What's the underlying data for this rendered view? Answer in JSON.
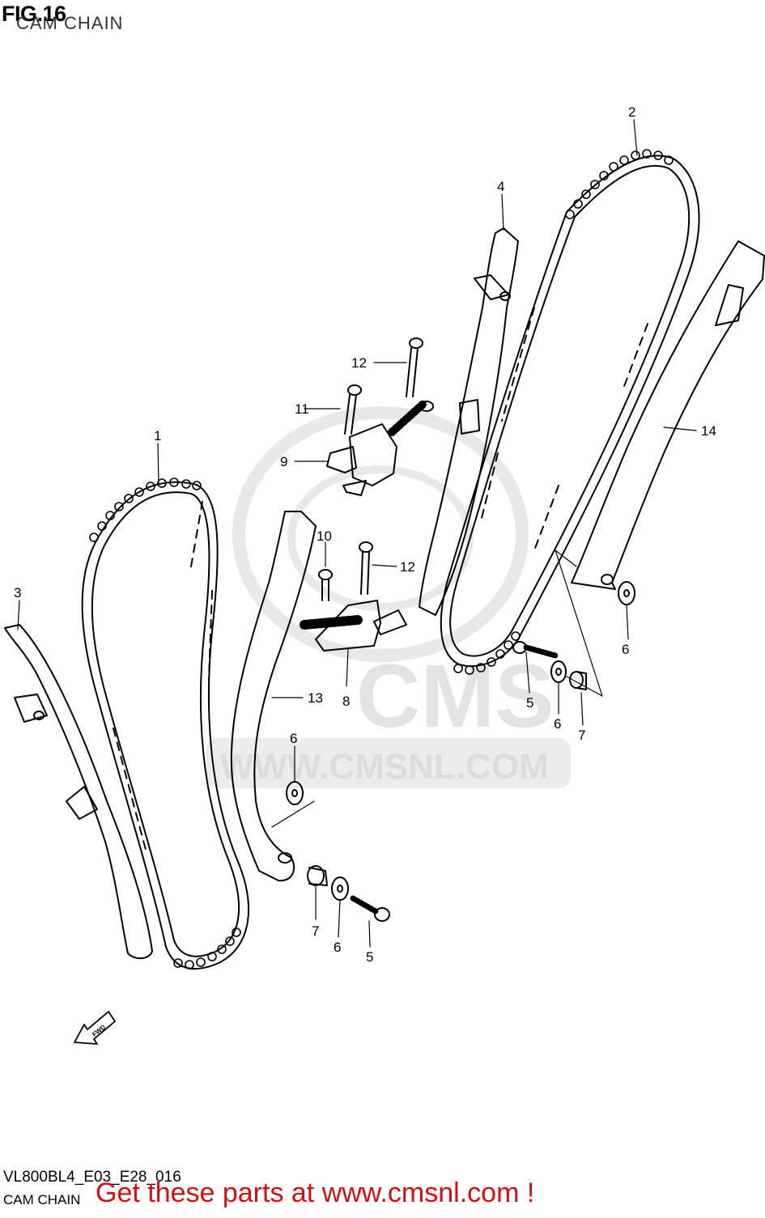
{
  "figure": {
    "title": "FIG.16",
    "subtitle": "CAM CHAIN",
    "drawing_code": "VL800BL4_E03_E28_016",
    "caption": "CAM CHAIN"
  },
  "watermark": {
    "brand": "CMS",
    "url": "WWW.CMSNL.COM"
  },
  "direction_arrow": {
    "label": "FWD"
  },
  "promo": {
    "text": "Get these parts at www.cmsnl.com !"
  },
  "callouts": [
    {
      "id": "callout-1",
      "number": "1"
    },
    {
      "id": "callout-2",
      "number": "2"
    },
    {
      "id": "callout-3",
      "number": "3"
    },
    {
      "id": "callout-4",
      "number": "4"
    },
    {
      "id": "callout-5-right",
      "number": "5"
    },
    {
      "id": "callout-5-left",
      "number": "5"
    },
    {
      "id": "callout-6-right-upper",
      "number": "6"
    },
    {
      "id": "callout-6-right-lower",
      "number": "6"
    },
    {
      "id": "callout-6-left-upper",
      "number": "6"
    },
    {
      "id": "callout-6-left-lower",
      "number": "6"
    },
    {
      "id": "callout-7-right",
      "number": "7"
    },
    {
      "id": "callout-7-left",
      "number": "7"
    },
    {
      "id": "callout-8",
      "number": "8"
    },
    {
      "id": "callout-9",
      "number": "9"
    },
    {
      "id": "callout-10",
      "number": "10"
    },
    {
      "id": "callout-11",
      "number": "11"
    },
    {
      "id": "callout-12-upper",
      "number": "12"
    },
    {
      "id": "callout-12-lower",
      "number": "12"
    },
    {
      "id": "callout-13",
      "number": "13"
    },
    {
      "id": "callout-14",
      "number": "14"
    }
  ],
  "colors": {
    "line": "#000000",
    "watermark": "#e6e6e6",
    "promo": "#d01010"
  }
}
